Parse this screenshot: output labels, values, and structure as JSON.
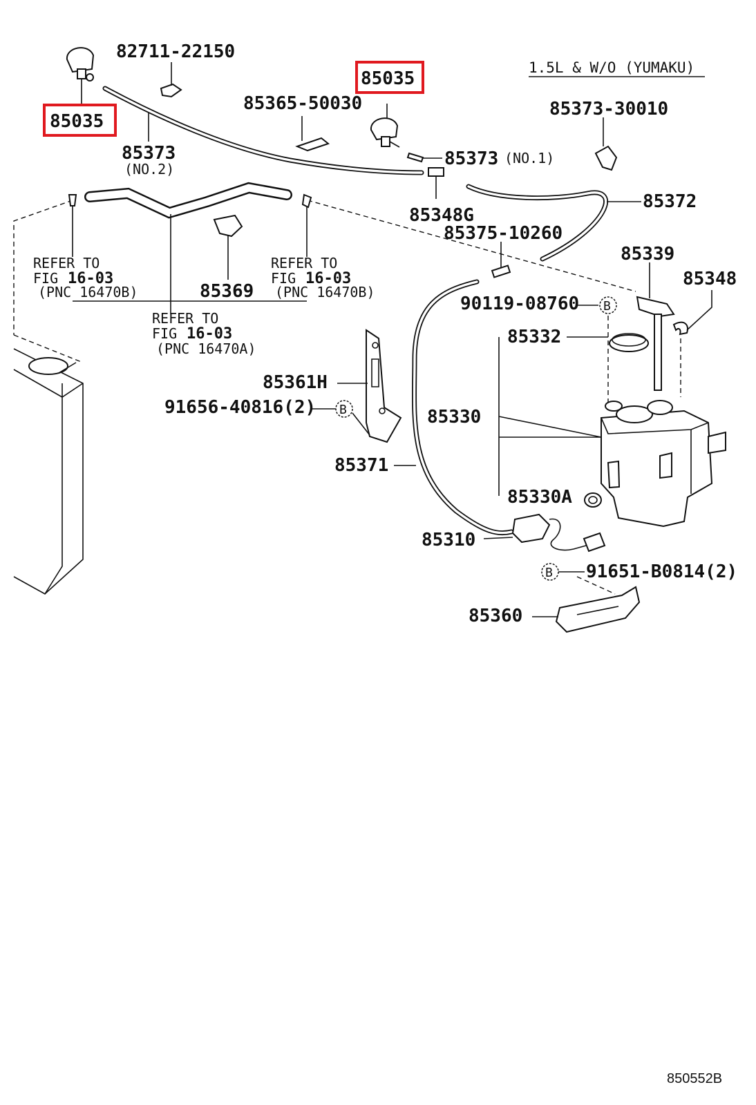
{
  "variant_note": "1.5L & W/O (YUMAKU)",
  "diagram_id": "850552B",
  "accent_color": "#e0191f",
  "labels": {
    "p85035_left": "85035",
    "p85035_right": "85035",
    "p82711": "82711-22150",
    "p85365": "85365-50030",
    "p85373_no2": "85373",
    "p85373_no2_sub": "(NO.2)",
    "p85373_no1": "85373",
    "p85373_no1_sub": "(NO.1)",
    "p85373_30010": "85373-30010",
    "p85348g": "85348G",
    "p85372": "85372",
    "p85375": "85375-10260",
    "p85369": "85369",
    "p85339": "85339",
    "p85348": "85348",
    "p90119": "90119-08760",
    "p85332": "85332",
    "p85361h": "85361H",
    "p91656": "91656-40816(2)",
    "p85330": "85330",
    "p85371": "85371",
    "p85330a": "85330A",
    "p85310": "85310",
    "p91651": "91651-B0814(2)",
    "p85360": "85360",
    "circle_b": "B"
  },
  "refers": {
    "left": {
      "line1": "REFER TO",
      "line2a": "FIG ",
      "line2b": "16-03",
      "line3": "(PNC 16470B)"
    },
    "right": {
      "line1": "REFER TO",
      "line2a": "FIG ",
      "line2b": "16-03",
      "line3": "(PNC 16470B)"
    },
    "center": {
      "line1": "REFER TO",
      "line2a": "FIG ",
      "line2b": "16-03",
      "line3": "(PNC 16470A)"
    }
  }
}
